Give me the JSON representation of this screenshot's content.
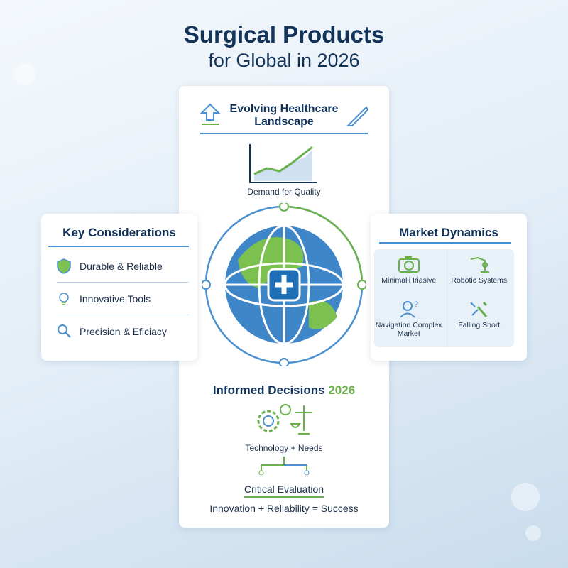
{
  "title": {
    "line1": "Surgical Products",
    "line2": "for Global in 2026"
  },
  "top": {
    "title_line1": "Evolving Healthcare",
    "title_line2": "Landscape",
    "chart_caption": "Demand for Quality"
  },
  "left": {
    "title": "Key Considerations",
    "items": [
      {
        "label": "Durable & Reliable",
        "icon": "shield-icon"
      },
      {
        "label": "Innovative Tools",
        "icon": "lightbulb-icon"
      },
      {
        "label": "Precision & Eficiacy",
        "icon": "magnifier-icon"
      }
    ]
  },
  "right": {
    "title": "Market Dynamics",
    "items": [
      {
        "label": "Minimalli Iriasive",
        "icon": "camera-icon"
      },
      {
        "label": "Robotic Systems",
        "icon": "robot-arm-icon"
      },
      {
        "label": "Navigation Complex Market",
        "icon": "person-question-icon"
      },
      {
        "label": "Falling Short",
        "icon": "broken-tools-icon"
      }
    ]
  },
  "bottom": {
    "title": "Informed Decisions",
    "title_year": "2026",
    "caption": "Technology + Needs",
    "evaluation": "Critical Evaluation",
    "formula": "Innovation + Reliability = Success"
  },
  "colors": {
    "navy": "#12335a",
    "blue": "#4a90d0",
    "green": "#6ab04c"
  }
}
